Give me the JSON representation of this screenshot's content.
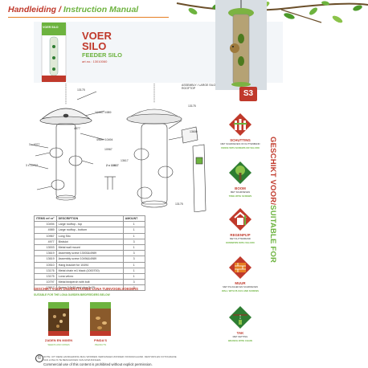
{
  "header": {
    "title_nl": "Handleiding",
    "separator": "/",
    "title_en": "Instruction Manual"
  },
  "product": {
    "name_nl_1": "VOER",
    "name_nl_2": "SILO",
    "name_en": "FEEDER SILO",
    "article_nr": "art.no.: 13010060",
    "badge": "S3",
    "packshot_text": "VOER SILO"
  },
  "diagram": {
    "assembly_label": "ASSEMBLY / LARGE SILO ROOFTOP",
    "parts": [
      "13175",
      "10494 / 4989",
      "4989 / 10494",
      "4977",
      "10967",
      "13617",
      "13175",
      "13600",
      "2 x 13617",
      "3 x 4977",
      "3 x 10797",
      "13175"
    ]
  },
  "parts_table": {
    "headers": [
      "ITEMS ref nr°",
      "DESCRIPTION",
      "AMOUNT"
    ],
    "rows": [
      [
        "10494",
        "Large rooftop - top",
        "1"
      ],
      [
        "4989",
        "Large rooftop - bottom",
        "1"
      ],
      [
        "10967",
        "Long Silo",
        "1"
      ],
      [
        "4977",
        "Birdslot",
        "3"
      ],
      [
        "13003",
        "Metal wall mount",
        "1"
      ],
      [
        "13619",
        "Assembly screw 13003&4989",
        "3"
      ],
      [
        "13619",
        "Assembly screw 10494&4989",
        "3"
      ],
      [
        "10510",
        "Hang bracket for 10494",
        "1"
      ],
      [
        "13176",
        "Metal chain m1 black (1000700)",
        "1"
      ],
      [
        "13175",
        "Lona velcro",
        "1"
      ],
      [
        "10797",
        "Metal birdperch with bolt",
        "3"
      ],
      [
        "13617",
        "Screw 3.5x30 and plug 5x25",
        "2"
      ]
    ]
  },
  "recommended": {
    "title": "GESCHIKT VOOR ONDERSTAANDE LONA TUINVOGELVOEDERS",
    "subtitle": "SUITABLE FOR THE LONA GARDEN BIRDFEEDERS BELOW",
    "items": [
      {
        "label": "ZADEN EN MIXEN",
        "sub": "SEEDS AND MIXES"
      },
      {
        "label": "PINDA'S",
        "sub": "PEANUTS"
      }
    ]
  },
  "footer": {
    "footnote": "NOTE: UIT DEZE HANDLEIDING MAG WORDEN VERVANGEN ZONDER VOORAFGAAND. DESTIJDS EN FOTOGRAFIE VAN LONA IS TE BESCHIKKEN VAN AFWIJKINGEN.",
    "commercial": "Commercial use of this content is prohibited without explicit permission."
  },
  "suitable_for": {
    "nl": "GESCHIKT VOOR",
    "separator": "/",
    "en": "SUITABLE FOR"
  },
  "mounting": [
    {
      "label": "SCHUTTING",
      "sub": "MET SCHROEVEN OF KLITTENBAND",
      "en": "FENCE WITH SCREWS OR VELCRO"
    },
    {
      "label": "BOOM",
      "sub": "MET SCHROEVEN",
      "en": "TREE WITH SCREWS"
    },
    {
      "label": "REGENPIJP",
      "sub": "MET KLITTENBAND",
      "en": "DOWNPIPE WITH VELCRO"
    },
    {
      "label": "MUUR",
      "sub": "MET PLUGGEN EN SCHROEVEN",
      "en": "WALL WITH PLUGS AND SCREWS"
    },
    {
      "label": "TAK",
      "sub": "MET KETTING",
      "en": "BRANCH WITH CHAIN"
    }
  ],
  "colors": {
    "red": "#c0392b",
    "green": "#6db33f",
    "dark_green": "#2e7d32"
  }
}
